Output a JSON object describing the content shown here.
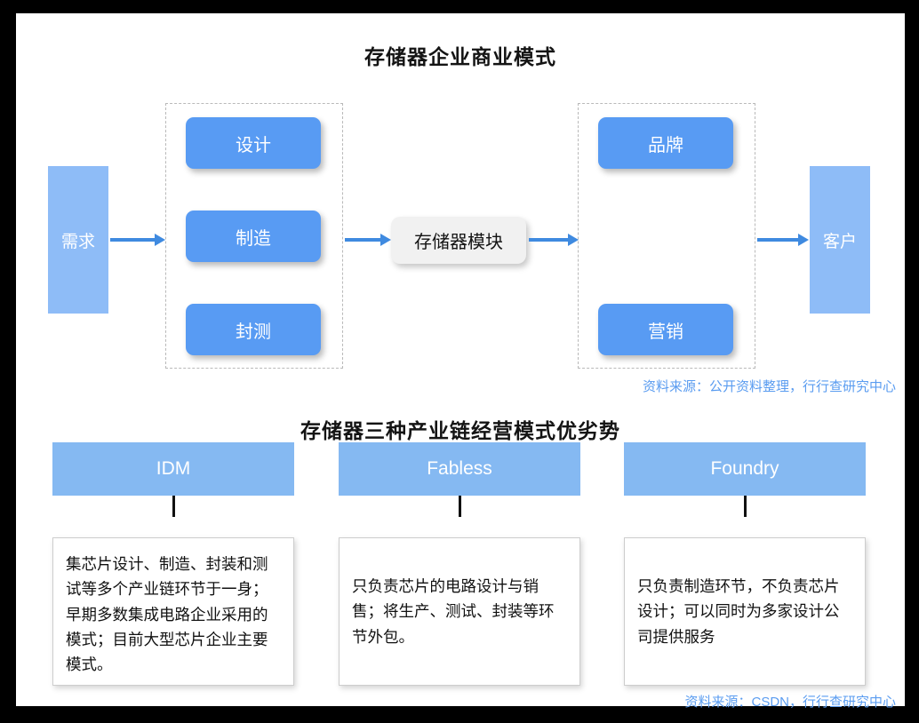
{
  "section1": {
    "title": "存储器企业商业模式",
    "demand_box": "需求",
    "customer_box": "客户",
    "module_box": "存储器模块",
    "left_group": [
      "设计",
      "制造",
      "封测"
    ],
    "right_group": [
      "品牌",
      "营销"
    ],
    "source": "资料来源：公开资料整理，行行查研究中心",
    "colors": {
      "pill": "#589bf3",
      "tall_box": "#8ebcf7",
      "module": "#f1f1f1",
      "arrow": "#3f8ae0",
      "source_text": "#5a9cf0",
      "dashed_border": "#b9b9b9"
    }
  },
  "section2": {
    "title": "存储器三种产业链经营模式优劣势",
    "modes": [
      {
        "name": "IDM",
        "description": "集芯片设计、制造、封装和测试等多个产业链环节于一身；早期多数集成电路企业采用的模式；目前大型芯片企业主要模式。"
      },
      {
        "name": "Fabless",
        "description": "只负责芯片的电路设计与销售；将生产、测试、封装等环节外包。"
      },
      {
        "name": "Foundry",
        "description": "只负责制造环节，不负责芯片设计；可以同时为多家设计公司提供服务"
      }
    ],
    "source": "资料来源：CSDN，行行查研究中心",
    "colors": {
      "header": "#85b9f2",
      "connector": "#111111",
      "body_border": "#cdcdcd"
    }
  }
}
